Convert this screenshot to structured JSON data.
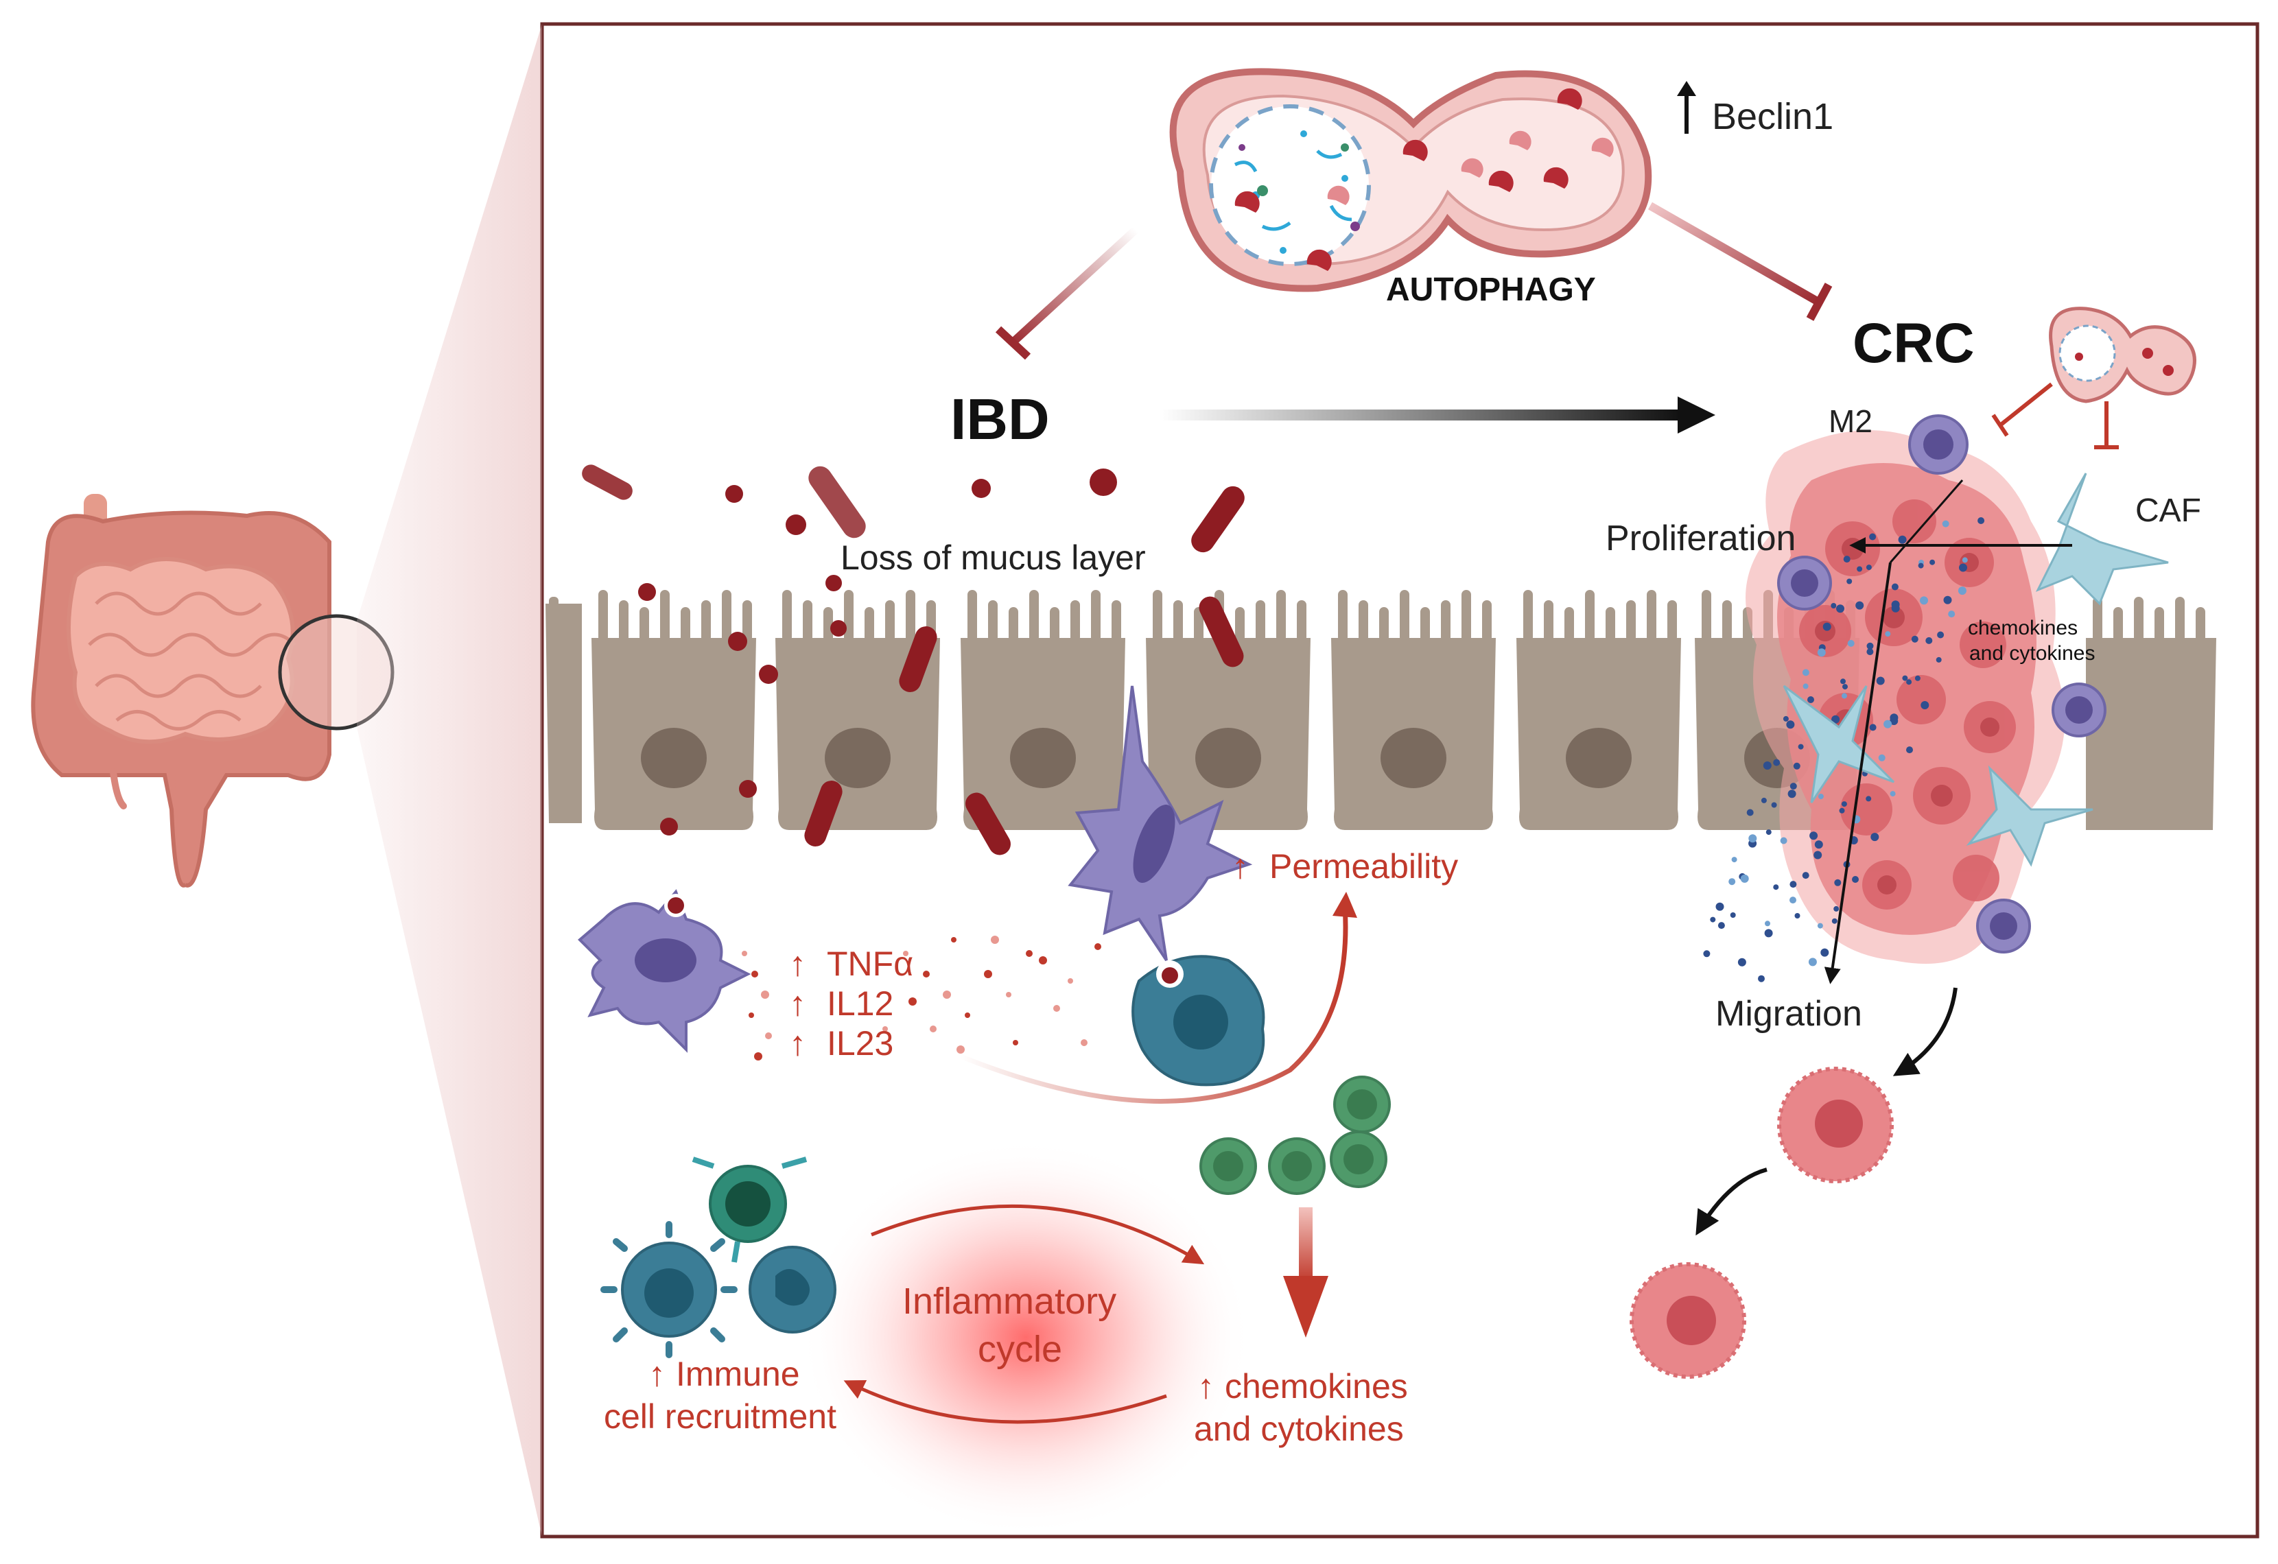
{
  "labels": {
    "autophagy": "AUTOPHAGY",
    "beclin": "Beclin1",
    "ibd": "IBD",
    "crc": "CRC",
    "m2": "M2",
    "caf": "CAF",
    "proliferation": "Proliferation",
    "migration": "Migration",
    "loss_mucus": "Loss of mucus layer",
    "permeability": "Permeability",
    "tnfa": "TNFα",
    "il12": "IL12",
    "il23": "IL23",
    "tumor_chem_1": "chemokines",
    "tumor_chem_2": "and cytokines",
    "inflam_1": "Inflammatory",
    "inflam_2": "cycle",
    "immune_1": "Immune",
    "immune_2": "cell recruitment",
    "chem_1": "chemokines",
    "chem_2": "and cytokines"
  },
  "colors": {
    "frame": "#6b2a2a",
    "dark_red": "#8e1c22",
    "bright_red": "#c0392b",
    "epithelium": "#a89a8c",
    "nucleus": "#7a6a5e",
    "tumor": "#e8868a",
    "dendritic": "#8f86c2",
    "macrophage": "#3b7d96",
    "tcell": "#2f8c77",
    "green_cell": "#4f9a6a",
    "caf": "#a9d3df"
  }
}
